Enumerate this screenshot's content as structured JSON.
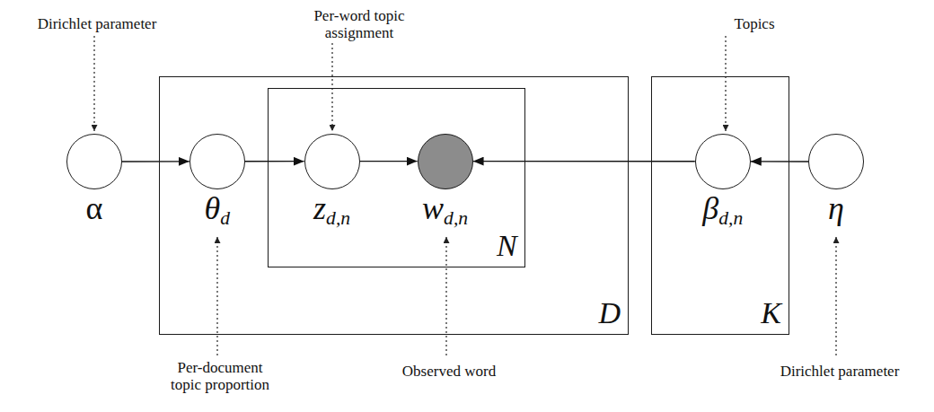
{
  "diagram": {
    "nodes": [
      {
        "text": [
          "α"
        ]
      },
      {
        "text": [
          "D"
        ]
      },
      {
        "text": [
          "θd"
        ],
        "in": 1
      },
      {
        "text": [
          "N"
        ],
        "in": 1
      },
      {
        "text": [
          "zd,n"
        ],
        "in": 3
      },
      {
        "text": [
          "wd,n"
        ],
        "in": 3
      },
      {
        "text": [
          "K"
        ]
      },
      {
        "text": [
          "βd,n"
        ],
        "in": 6
      },
      {
        "text": [
          "η"
        ]
      }
    ],
    "edges": [
      {
        "from": 0,
        "to": 2,
        "arrow": "to"
      },
      {
        "from": 2,
        "to": 4,
        "arrow": "to"
      },
      {
        "from": 4,
        "to": 5,
        "arrow": "to"
      },
      {
        "from": 7,
        "to": 5,
        "arrow": "to"
      },
      {
        "from": 8,
        "to": 7,
        "arrow": "to"
      }
    ],
    "labels": [
      "Dirichlet parameter",
      "Per-word topic assignment",
      "Topics",
      "Per-document topic proportion",
      "Observed word",
      "Dirichlet parameter"
    ]
  }
}
